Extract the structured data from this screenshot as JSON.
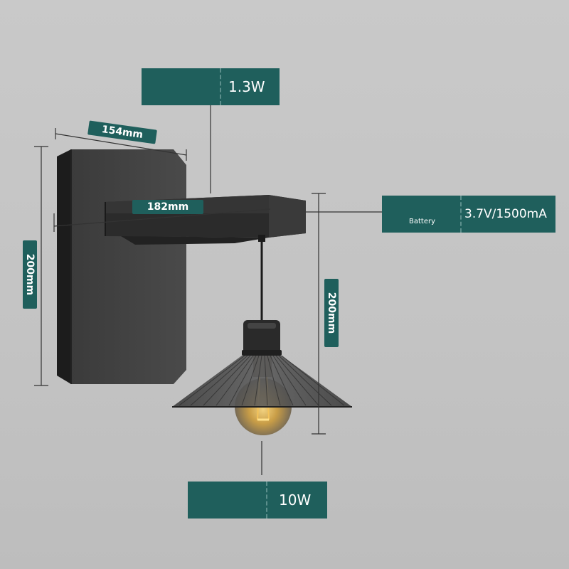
{
  "labels": {
    "power_top": "1.3W",
    "power_bottom": "10W",
    "battery_name": "Battery",
    "battery_value": "3.7V/1500mA",
    "width_plate": "154mm",
    "arm_length": "182mm",
    "height_plate": "200mm",
    "height_pendant": "200mm"
  },
  "colors": {
    "tag_bg": "#1f5f5c",
    "background": "#c6c6c6",
    "metal_dark": "#2a2a2a",
    "bulb_glow": "#e8b84a"
  }
}
